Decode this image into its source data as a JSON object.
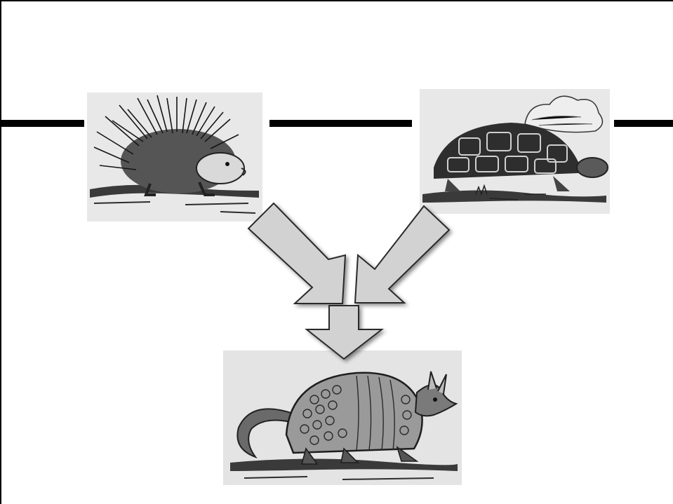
{
  "diagram": {
    "kind": "combination",
    "sources": [
      {
        "animal": "porcupine",
        "style": "woodcut engraving"
      },
      {
        "animal": "tortoise",
        "style": "woodcut engraving"
      }
    ],
    "result": {
      "animal": "armadillo",
      "style": "woodcut engraving"
    },
    "colors": {
      "arrow_fill": "#d2d2d2",
      "arrow_stroke": "#2a2a2a",
      "rule": "#000000",
      "ink": "#1e1e1e",
      "paper": "#e6e6e6"
    }
  }
}
